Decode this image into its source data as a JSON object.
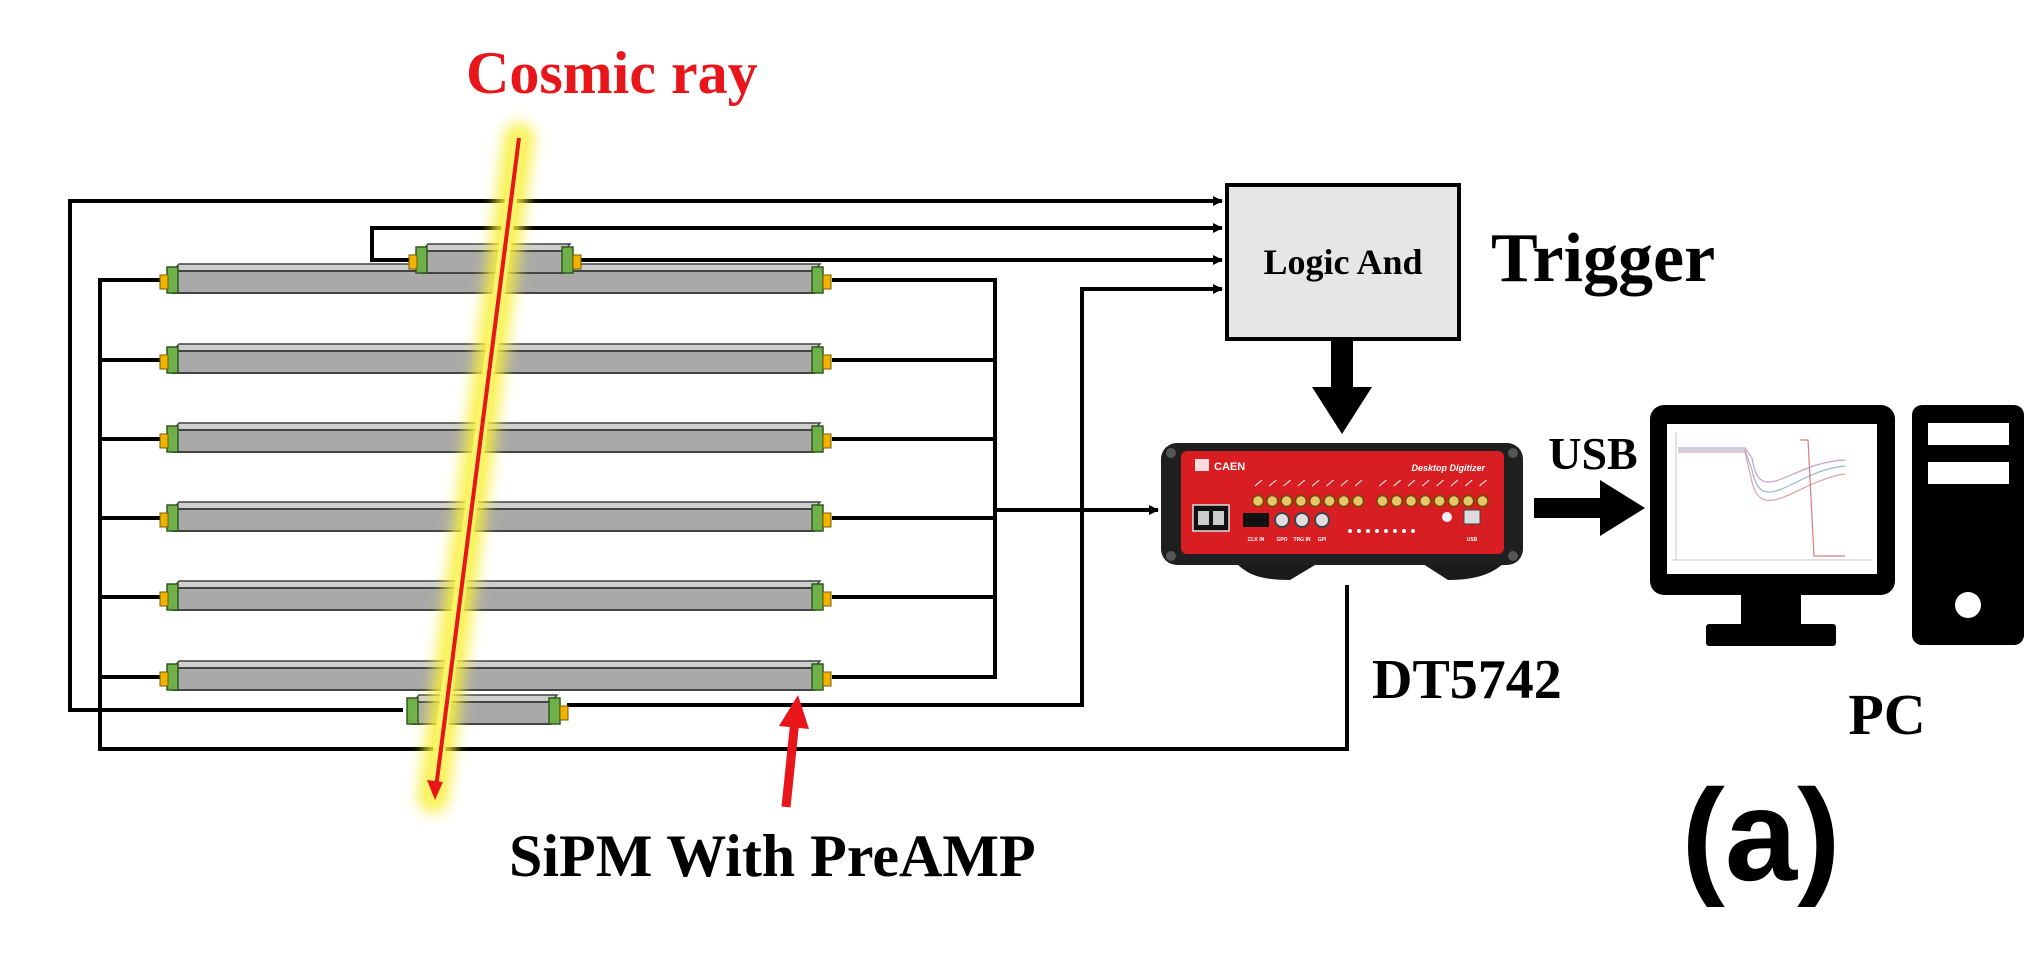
{
  "labels": {
    "cosmic_ray": "Cosmic ray",
    "logic_and": "Logic And",
    "trigger": "Trigger",
    "usb": "USB",
    "digitizer_model": "DT5742",
    "pc": "PC",
    "sipm": "SiPM With PreAMP",
    "panel": "(a)"
  },
  "digitizer_panel": {
    "brand": "CAEN",
    "title": "Desktop Digitizer",
    "port_labels": [
      "CLK IN",
      "GPO",
      "TRG IN",
      "GPI",
      "USB"
    ]
  },
  "colors": {
    "cosmic_ray": "#e8151a",
    "ray_glow": "#f7ef3a",
    "bar_fill": "#a9a9a9",
    "end_cap": "#6fb04a",
    "sipm_connector": "#f0b400",
    "logic_box": "#e6e6e6",
    "digitizer_red": "#d81e22",
    "wire": "#000000"
  },
  "counts": {
    "long_bars": 6,
    "short_bars": 2,
    "digitizer_inputs": 16
  }
}
